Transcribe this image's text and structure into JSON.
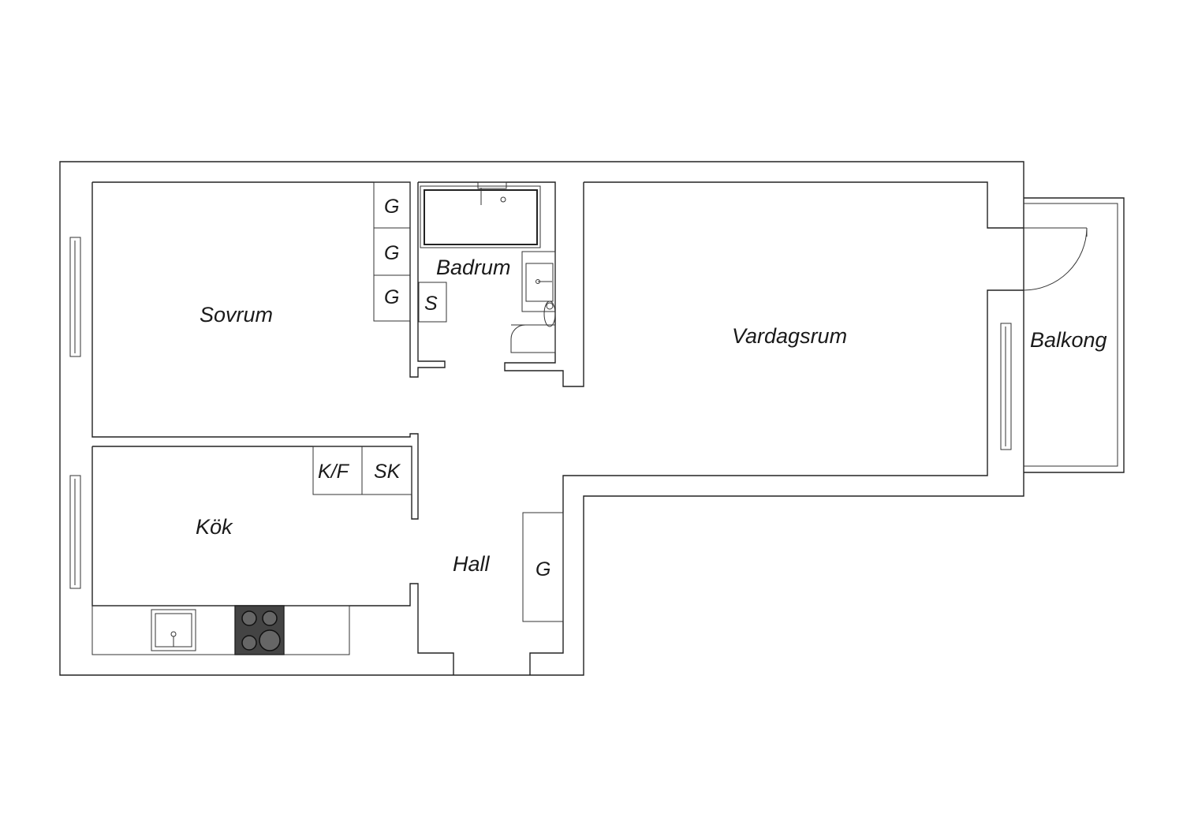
{
  "rooms": {
    "sovrum": "Sovrum",
    "badrum": "Badrum",
    "vardagsrum": "Vardagsrum",
    "balkong": "Balkong",
    "kok": "Kök",
    "hall": "Hall"
  },
  "fixtures": {
    "wardrobe": "G",
    "bath_cabinet": "S",
    "fridge_freezer": "K/F",
    "cabinet": "SK"
  },
  "colors": {
    "line": "#222222",
    "stove": "#444444"
  }
}
